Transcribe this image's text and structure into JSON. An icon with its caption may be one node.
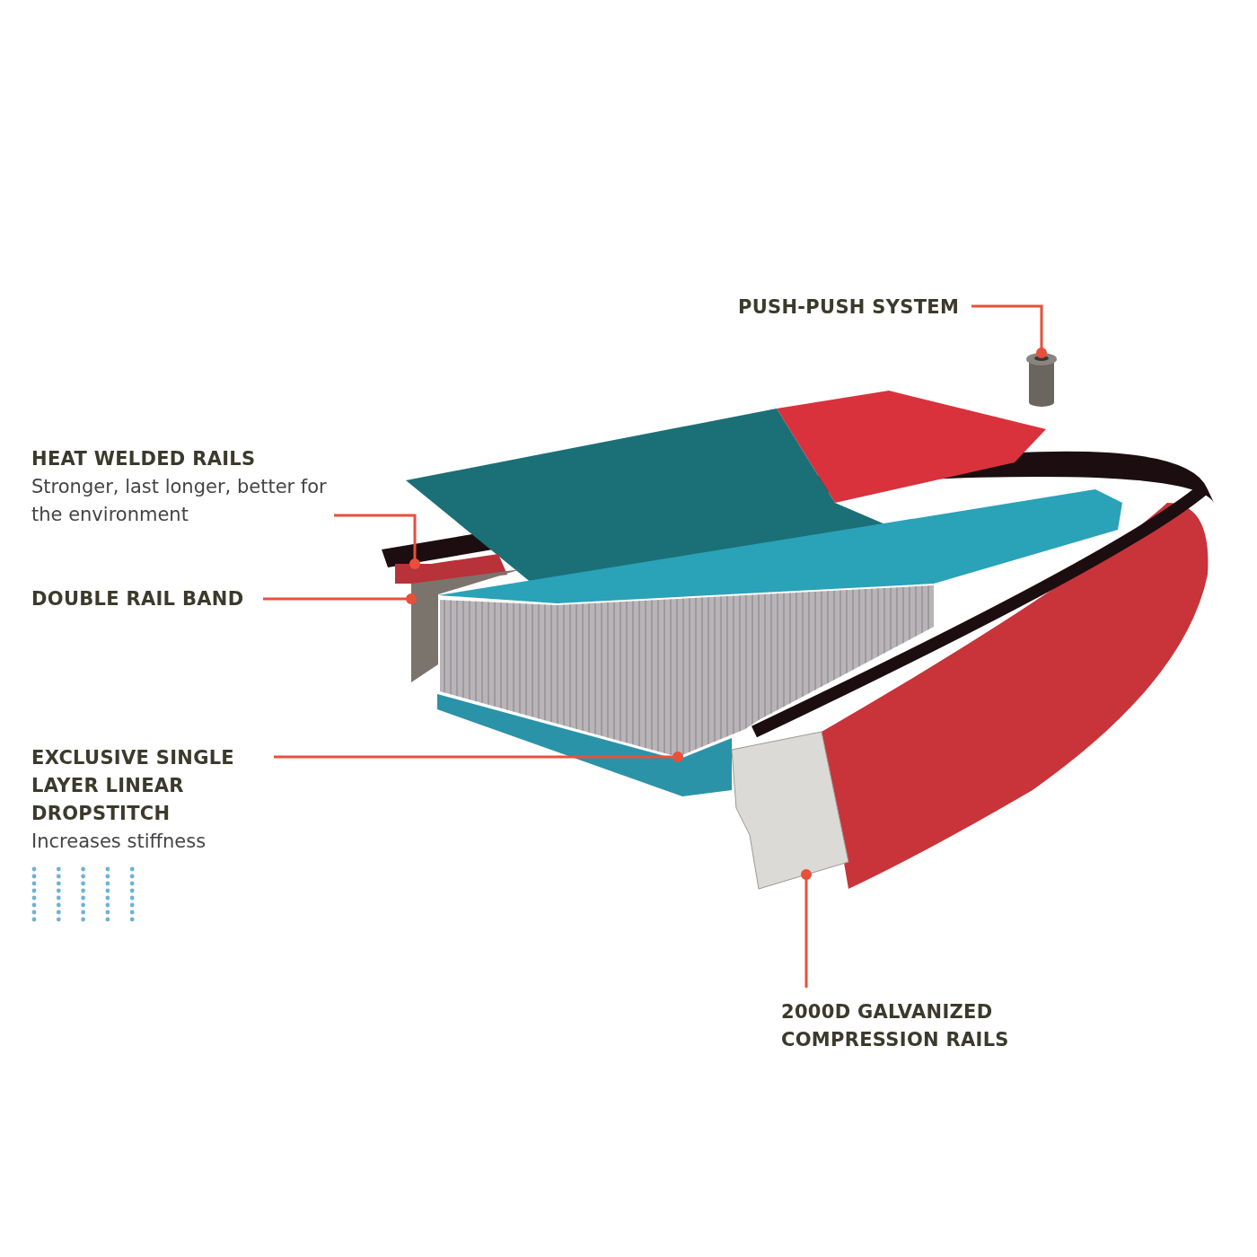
{
  "diagram": {
    "nodes": [
      {
        "text": [
          "PUSH-PUSH SYSTEM"
        ]
      },
      {
        "text": [],
        "shape": "cylinder"
      },
      {
        "text": [
          "HEAT WELDED RAILS",
          "Stronger, last longer, better for the environment"
        ]
      },
      {
        "text": [],
        "shape": "picture"
      },
      {
        "text": [
          "DOUBLE RAIL BAND"
        ]
      },
      {
        "text": [],
        "shape": "picture"
      },
      {
        "text": [
          "EXCLUSIVE SINGLE LAYER LINEAR DROPSTITCH",
          "Increases stiffness"
        ]
      },
      {
        "text": [],
        "shape": "picture"
      },
      {
        "text": [
          "2000D GALVANIZED COMPRESSION RAILS"
        ]
      },
      {
        "text": [],
        "shape": "picture"
      }
    ],
    "edges": [
      {
        "from": 0,
        "to": 1,
        "arrow": "other"
      },
      {
        "from": 2,
        "to": 3,
        "arrow": "other"
      },
      {
        "from": 4,
        "to": 5,
        "arrow": "other"
      },
      {
        "from": 6,
        "to": 7,
        "arrow": "other"
      },
      {
        "from": 8,
        "to": 9,
        "arrow": "other"
      }
    ]
  }
}
